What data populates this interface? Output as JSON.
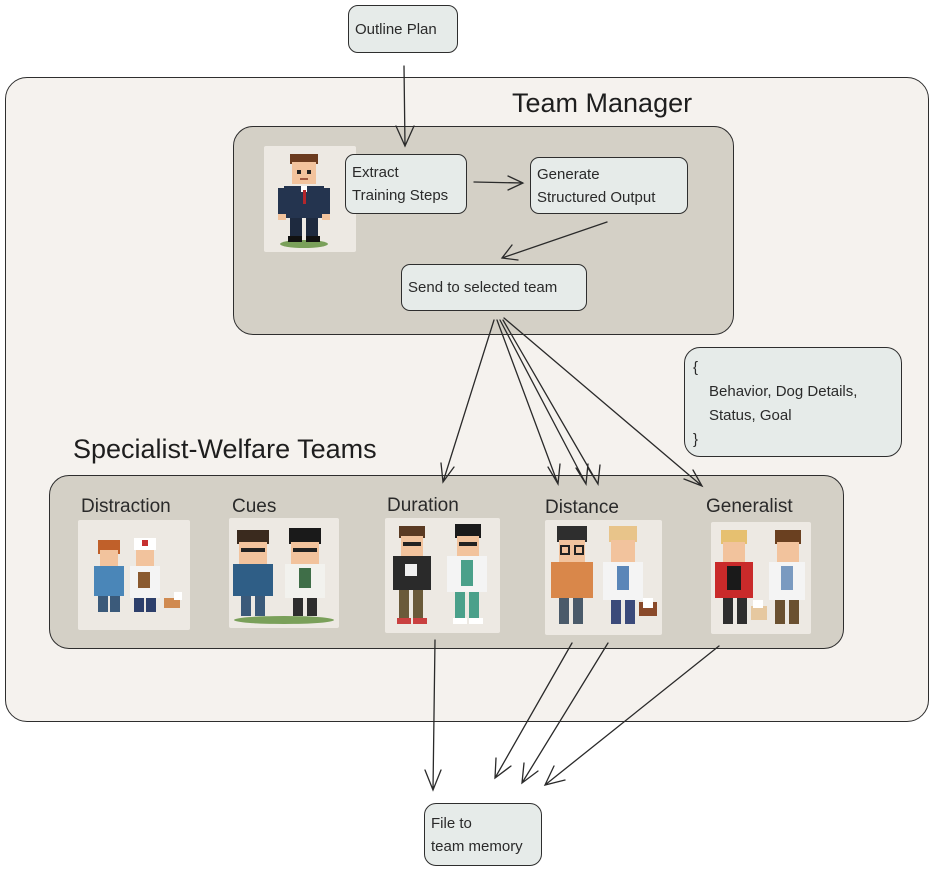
{
  "outline_node": {
    "label": "Outline Plan"
  },
  "team_manager": {
    "title": "Team Manager",
    "extract_node": {
      "label": "Extract\nTraining Steps"
    },
    "generate_node": {
      "label": "Generate\nStructured Output"
    },
    "send_node": {
      "label": "Send to selected team"
    }
  },
  "schema_box": {
    "open_brace": "{",
    "line1": "Behavior, Dog Details,",
    "line2": "Status, Goal",
    "close_brace": "}"
  },
  "specialist_section": {
    "title": "Specialist-Welfare Teams",
    "teams": [
      {
        "label": "Distraction",
        "icon": "distraction-team-image"
      },
      {
        "label": "Cues",
        "icon": "cues-team-image"
      },
      {
        "label": "Duration",
        "icon": "duration-team-image"
      },
      {
        "label": "Distance",
        "icon": "distance-team-image"
      },
      {
        "label": "Generalist",
        "icon": "generalist-team-image"
      }
    ]
  },
  "file_node": {
    "label": "File to\nteam memory"
  },
  "colors": {
    "outer_bg": "#f5f2ee",
    "panel_bg": "#d4d0c6",
    "node_bg": "#e6ebe9",
    "stroke": "#2e2e2e"
  }
}
